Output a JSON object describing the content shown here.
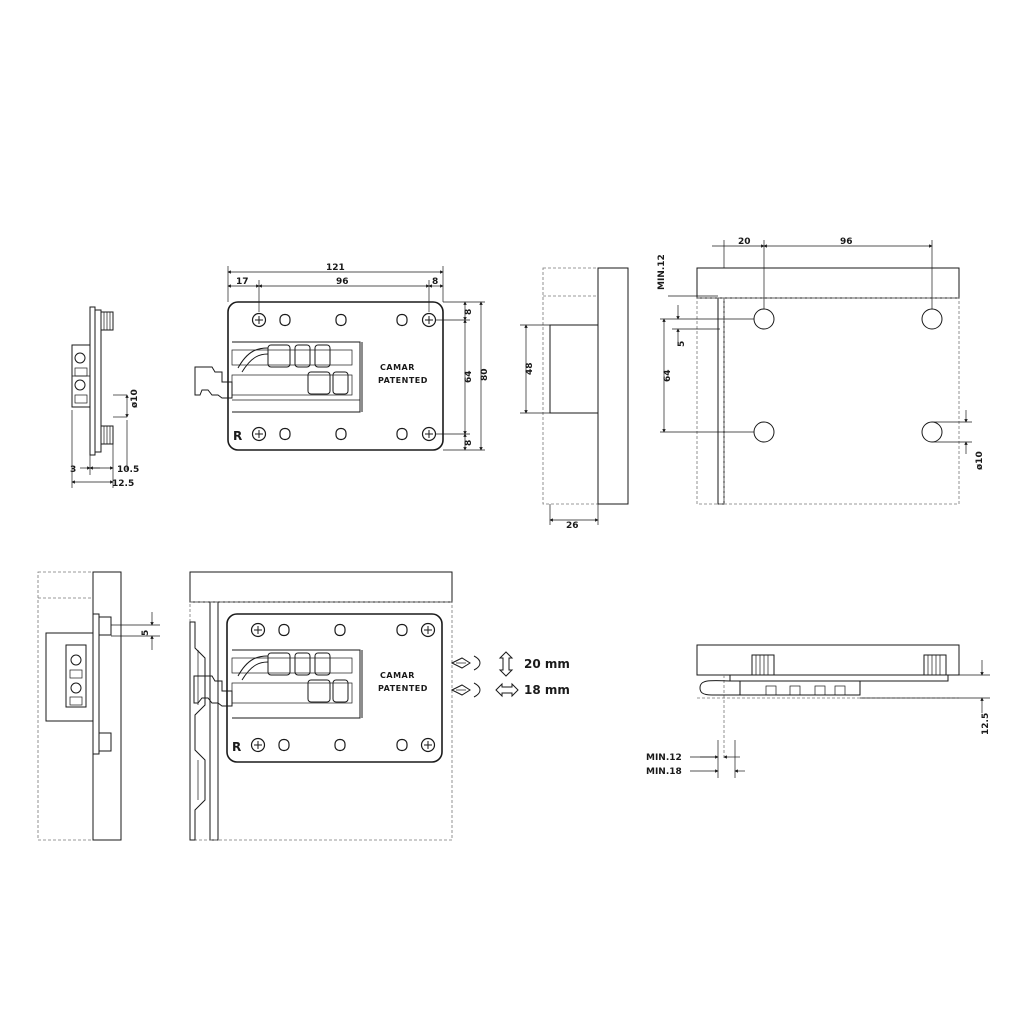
{
  "brand": {
    "name": "CAMAR",
    "patent": "PATENTED",
    "hand": "R"
  },
  "side_view": {
    "hole": "ø10",
    "d3": "3",
    "d10_5": "10.5",
    "d12_5": "12.5"
  },
  "front_view": {
    "w121": "121",
    "w17": "17",
    "w96": "96",
    "w8": "8",
    "h8a": "8",
    "h64": "64",
    "h80": "80",
    "h8b": "8"
  },
  "section_view": {
    "h48": "48",
    "w26": "26"
  },
  "drill_view": {
    "min12": "MIN.12",
    "d20": "20",
    "d96": "96",
    "d5": "5",
    "d64": "64",
    "hole": "ø10"
  },
  "adjust": {
    "vertical": "20 mm",
    "horizontal": "18 mm"
  },
  "assembly": {
    "gap5": "5"
  },
  "top_view": {
    "h12_5": "12.5",
    "min12": "MIN.12",
    "min18": "MIN.18"
  },
  "colors": {
    "line": "#1a1a1a",
    "hatch": "#888888",
    "background": "#ffffff"
  }
}
